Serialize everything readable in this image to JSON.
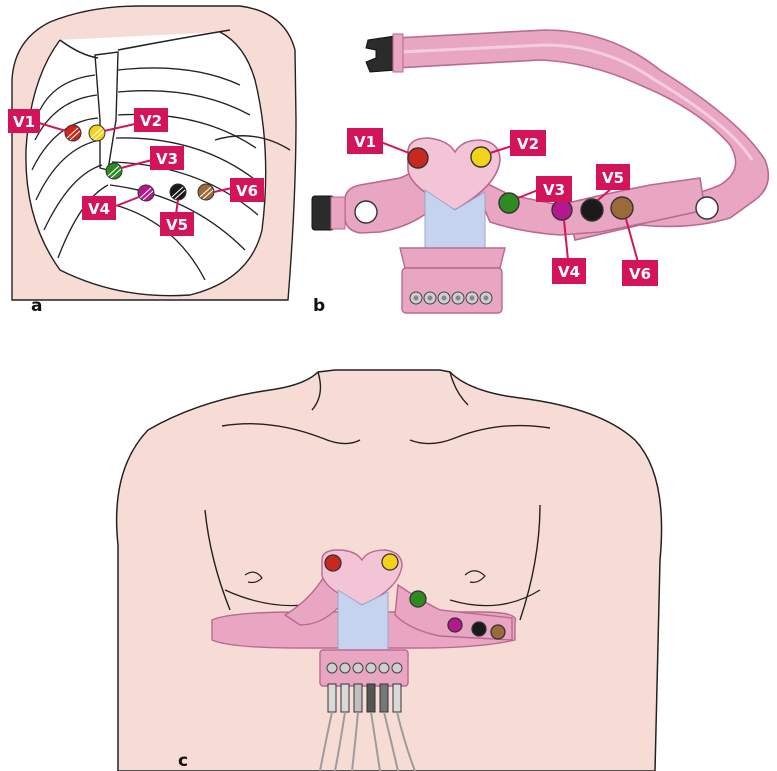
{
  "panels": {
    "a": {
      "letter": "a"
    },
    "b": {
      "letter": "b"
    },
    "c": {
      "letter": "c"
    }
  },
  "electrodes": {
    "V1": {
      "label": "V1",
      "color": "#c8281e"
    },
    "V2": {
      "label": "V2",
      "color": "#f2d21a"
    },
    "V3": {
      "label": "V3",
      "color": "#2e8b22"
    },
    "V4": {
      "label": "V4",
      "color": "#b5178c"
    },
    "V5": {
      "label": "V5",
      "color": "#1a1a1a"
    },
    "V6": {
      "label": "V6",
      "color": "#9a6a3a"
    }
  },
  "colors": {
    "label_bg": "#d4145a",
    "skin": "#f7dcd6",
    "harness": "#e8a6c3",
    "harness_dark": "#b96a92",
    "harness_center": "#c5d3ee"
  }
}
